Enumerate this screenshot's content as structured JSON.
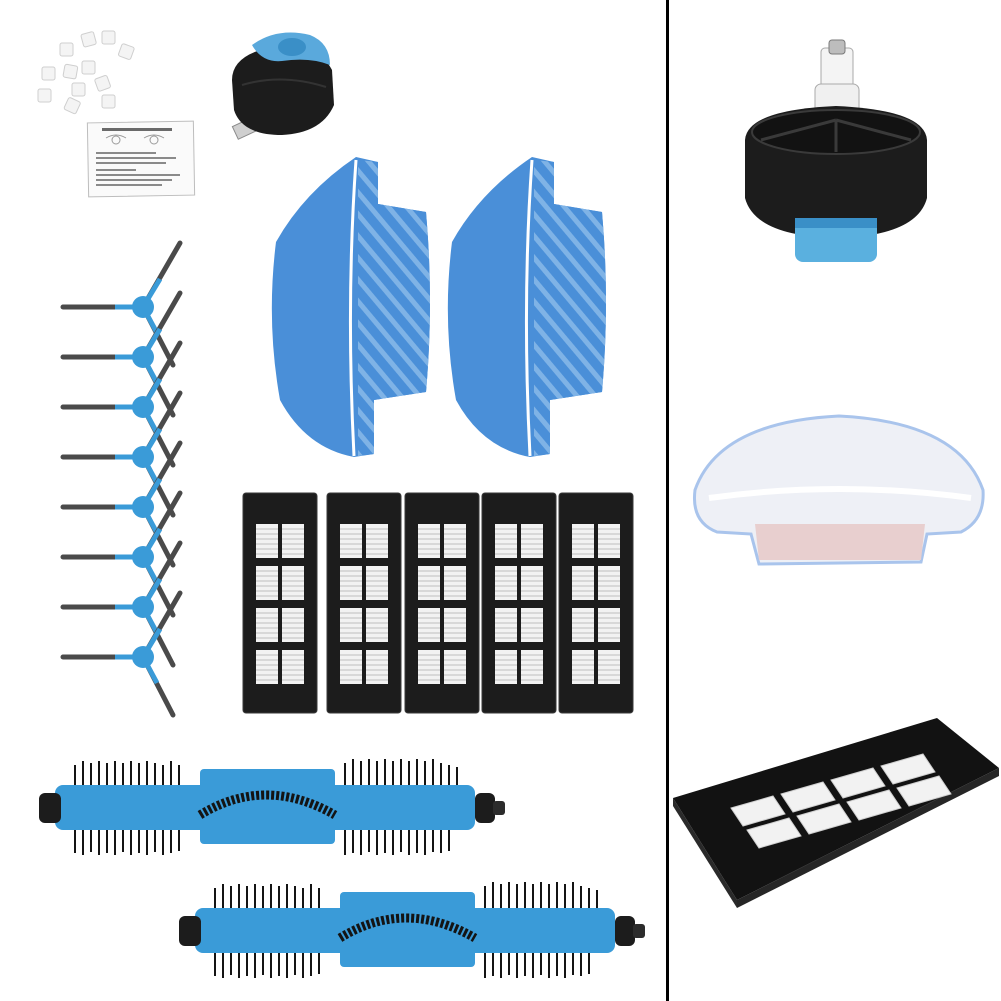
{
  "image": {
    "layout": "product-kit-collage",
    "colors": {
      "background": "#ffffff",
      "divider": "#000000",
      "accent_blue": "#3a9bd8",
      "mop_blue": "#4a8fd8",
      "mop_stripe": "#7fb3e6",
      "black_plastic": "#1c1c1c",
      "filter_white": "#f2f2f2",
      "bristle": "#141414",
      "grey_arm": "#4a4a4a",
      "white_cloth": "#eef0f6",
      "pink_base": "#e8cfcf"
    },
    "left_panel": {
      "parts": [
        {
          "name": "filter-sponges",
          "count": 12
        },
        {
          "name": "instruction-leaflet",
          "count": 1
        },
        {
          "name": "front-caster-wheel",
          "count": 1
        },
        {
          "name": "blue-mop-pad",
          "count": 2
        },
        {
          "name": "side-brush",
          "count": 8
        },
        {
          "name": "hepa-filter",
          "count": 5
        },
        {
          "name": "main-roller-brush",
          "count": 2
        }
      ]
    },
    "right_panel": {
      "parts": [
        {
          "name": "caster-wheel-closeup"
        },
        {
          "name": "white-mop-pad-closeup"
        },
        {
          "name": "hepa-filter-closeup"
        }
      ]
    }
  }
}
